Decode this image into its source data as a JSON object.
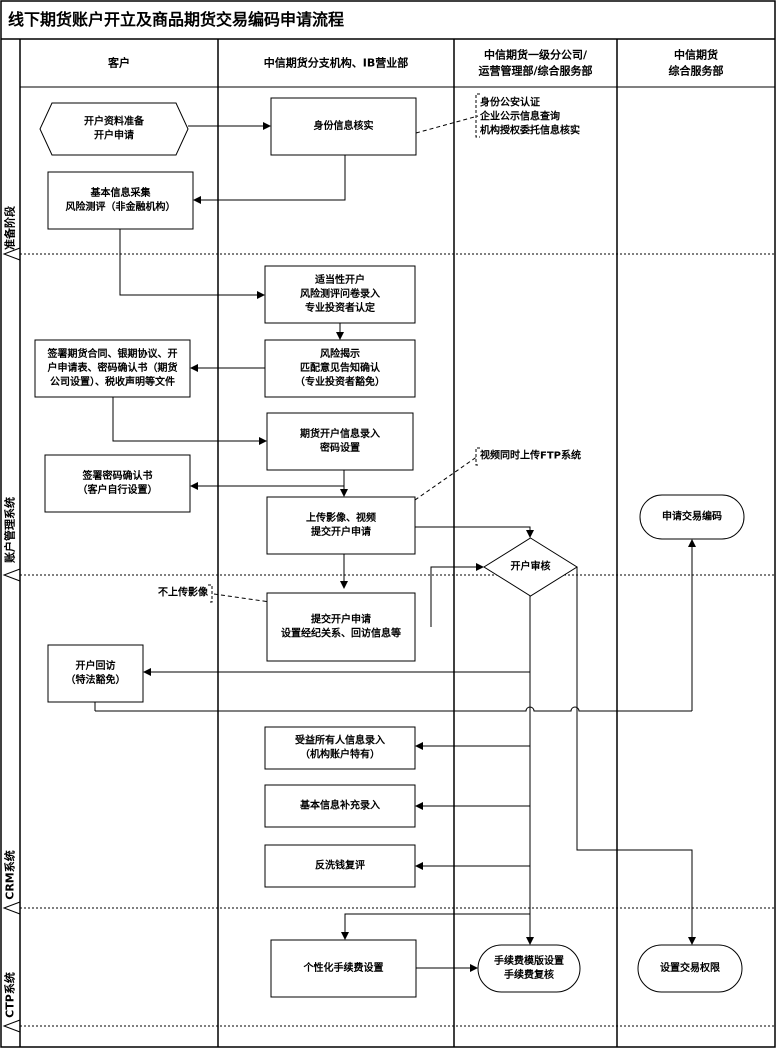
{
  "title": "线下期货账户开立及商品期货交易编码申请流程",
  "lanes": [
    {
      "id": "customer",
      "lines": [
        "客户"
      ]
    },
    {
      "id": "branch",
      "lines": [
        "中信期货分支机构、IB营业部"
      ]
    },
    {
      "id": "tier1",
      "lines": [
        "中信期货一级分公司/",
        "运营管理部/综合服务部"
      ]
    },
    {
      "id": "service",
      "lines": [
        "中信期货",
        "综合服务部"
      ]
    }
  ],
  "phases": [
    {
      "id": "prep",
      "label": "准备阶段"
    },
    {
      "id": "account-system",
      "label": "账户管理系统"
    },
    {
      "id": "crm",
      "label": "CRM系统"
    },
    {
      "id": "ctp",
      "label": "CTP系统"
    }
  ],
  "nodes": [
    {
      "id": "n-open-prep",
      "shape": "hexagon",
      "lines": [
        "开户资料准备",
        "开户申请"
      ]
    },
    {
      "id": "n-id-verify",
      "shape": "rect",
      "lines": [
        "身份信息核实"
      ]
    },
    {
      "id": "n-basic-info",
      "shape": "rect",
      "lines": [
        "基本信息采集",
        "风险测评（非金融机构）"
      ]
    },
    {
      "id": "n-suitability",
      "shape": "rect",
      "lines": [
        "适当性开户",
        "风险测评问卷录入",
        "专业投资者认定"
      ]
    },
    {
      "id": "n-risk-reveal",
      "shape": "rect",
      "lines": [
        "风险揭示",
        "匹配意见告知确认",
        "（专业投资者豁免）"
      ]
    },
    {
      "id": "n-sign-contract",
      "shape": "rect",
      "lines": [
        "签署期货合同、银期协议、开",
        "户申请表、密码确认书（期货",
        "公司设置）、税收声明等文件"
      ]
    },
    {
      "id": "n-futures-entry",
      "shape": "rect",
      "lines": [
        "期货开户信息录入",
        "密码设置"
      ]
    },
    {
      "id": "n-sign-password",
      "shape": "rect",
      "lines": [
        "签署密码确认书",
        "（客户自行设置）"
      ]
    },
    {
      "id": "n-upload",
      "shape": "rect",
      "lines": [
        "上传影像、视频",
        "提交开户申请"
      ]
    },
    {
      "id": "n-apply-code",
      "shape": "rounded",
      "lines": [
        "申请交易编码"
      ]
    },
    {
      "id": "n-review",
      "shape": "diamond",
      "lines": [
        "开户审核"
      ]
    },
    {
      "id": "n-submit-open",
      "shape": "rect",
      "lines": [
        "提交开户申请",
        "设置经纪关系、回访信息等"
      ]
    },
    {
      "id": "n-callback",
      "shape": "rect",
      "lines": [
        "开户回访",
        "（特法豁免）"
      ]
    },
    {
      "id": "n-beneficiary",
      "shape": "rect",
      "lines": [
        "受益所有人信息录入",
        "（机构账户特有）"
      ]
    },
    {
      "id": "n-supplement",
      "shape": "rect",
      "lines": [
        "基本信息补充录入"
      ]
    },
    {
      "id": "n-aml",
      "shape": "rect",
      "lines": [
        "反洗钱复评"
      ]
    },
    {
      "id": "n-custom-fee",
      "shape": "rect",
      "lines": [
        "个性化手续费设置"
      ]
    },
    {
      "id": "n-fee-template",
      "shape": "rounded",
      "lines": [
        "手续费模版设置",
        "手续费复核"
      ]
    },
    {
      "id": "n-set-permission",
      "shape": "rounded",
      "lines": [
        "设置交易权限"
      ]
    }
  ],
  "annotations": [
    {
      "id": "a-id-checks",
      "lines": [
        "身份公安认证",
        "企业公示信息查询",
        "机构授权委托信息核实"
      ]
    },
    {
      "id": "a-video-ftp",
      "lines": [
        "视频同时上传FTP系统"
      ]
    },
    {
      "id": "a-no-image",
      "lines": [
        "不上传影像"
      ]
    }
  ]
}
